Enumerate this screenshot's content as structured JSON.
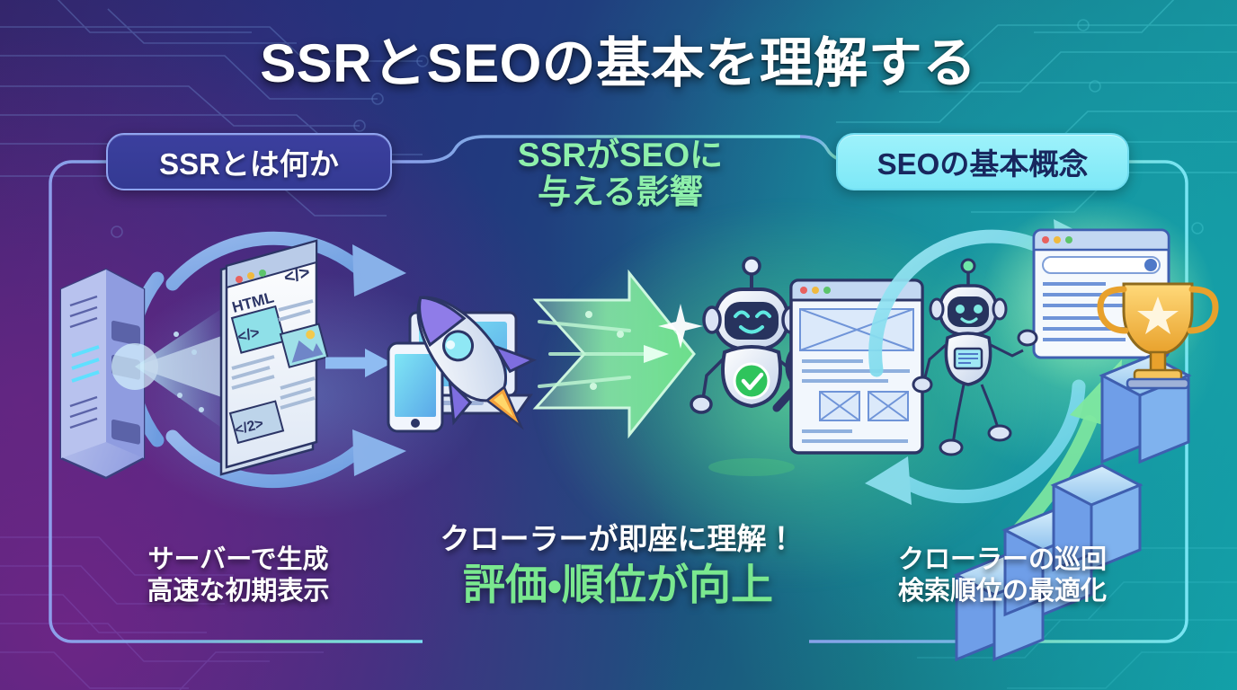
{
  "title": "SSRとSEOの基本を理解する",
  "sections": [
    {
      "id": "ssr",
      "chip_label": "SSRとは何か",
      "chip_style": "indigo-pill",
      "caption_line1": "サーバーで生成",
      "caption_line2": "高速な初期表示"
    },
    {
      "id": "impact",
      "chip_label_line1": "SSRがSEOに",
      "chip_label_line2": "与える影響",
      "chip_style": "green-text",
      "caption_line1": "クローラーが即座に理解！",
      "caption_line2": "評価・順位が向上"
    },
    {
      "id": "seo",
      "chip_label": "SEOの基本概念",
      "chip_style": "cyan-pill",
      "caption_line1": "クローラーの巡回",
      "caption_line2": "検索順位の最適化"
    }
  ],
  "illustrations": {
    "server_rack": {
      "name": "server-rack-icon",
      "beam": "light-beam"
    },
    "html_document": {
      "name": "html-document-card",
      "label": "HTML",
      "code_tag_top": "</>",
      "code_tag_left": "</>",
      "code_tag_bottom": "</2>"
    },
    "devices": {
      "name": "laptop-and-phone-icon"
    },
    "rocket": {
      "name": "rocket-icon"
    },
    "crawler_robot": {
      "name": "crawler-robot-with-magnifier",
      "badge": "green-check"
    },
    "wireframe_page": {
      "name": "webpage-wireframe-window"
    },
    "climbing_robot": {
      "name": "robot-climbing-stairs"
    },
    "serp_window": {
      "name": "search-results-window"
    },
    "trophy": {
      "name": "gold-trophy-icon"
    },
    "stairs": {
      "name": "ranking-stairs"
    },
    "big_arrow": {
      "name": "green-forward-arrow"
    },
    "cycle_arrows_left": {
      "name": "blue-cycle-arrows"
    },
    "cycle_arrows_right": {
      "name": "cyan-cycle-arrows"
    },
    "growth_arrow": {
      "name": "green-growth-arrow"
    },
    "sparkles": {
      "name": "sparkle-icon"
    }
  },
  "colors": {
    "bg_left": "#2b2668",
    "bg_mid": "#1d4d7e",
    "bg_right": "#12a0a8",
    "accent_green": "#7ae88f",
    "accent_cyan": "#7de8f7",
    "chip_indigo": "#3b3f9e",
    "panel_border_left": "#8fa4f0",
    "panel_border_right": "#7de8f7",
    "title_text": "#ffffff",
    "navy_text": "#18275e",
    "trophy_gold": "#f5b93c"
  }
}
